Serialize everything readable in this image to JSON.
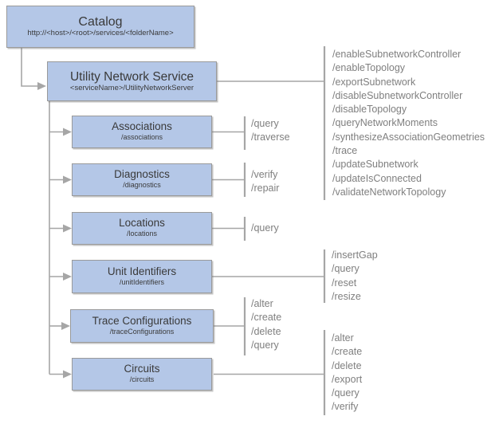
{
  "colors": {
    "box_fill": "#b4c7e7",
    "box_border": "#9a9a9a",
    "connector": "#a6a6a6",
    "ops_text": "#7f7f7f",
    "title_text": "#3a3a3a"
  },
  "catalog": {
    "title": "Catalog",
    "subtitle": "http://<host>/<root>/services/<folderName>"
  },
  "uns": {
    "title": "Utility Network Service",
    "subtitle": "<serviceName>/UtilityNetworkServer",
    "ops": [
      "/enableSubnetworkController",
      "/enableTopology",
      "/exportSubnetwork",
      "/disableSubnetworkController",
      "/disableTopology",
      "/queryNetworkMoments",
      "/synthesizeAssociationGeometries",
      "/trace",
      "/updateSubnetwork",
      "/updateIsConnected",
      "/validateNetworkTopology"
    ]
  },
  "associations": {
    "title": "Associations",
    "subtitle": "/associations",
    "ops": [
      "/query",
      "/traverse"
    ]
  },
  "diagnostics": {
    "title": "Diagnostics",
    "subtitle": "/diagnostics",
    "ops": [
      "/verify",
      "/repair"
    ]
  },
  "locations": {
    "title": "Locations",
    "subtitle": "/locations",
    "ops": [
      "/query"
    ]
  },
  "unit_identifiers": {
    "title": "Unit Identifiers",
    "subtitle": "/unitIdentifiers",
    "ops": [
      "/insertGap",
      "/query",
      "/reset",
      "/resize"
    ]
  },
  "trace_configurations": {
    "title": "Trace Configurations",
    "subtitle": "/traceConfigurations",
    "ops": [
      "/alter",
      "/create",
      "/delete",
      "/query"
    ]
  },
  "circuits": {
    "title": "Circuits",
    "subtitle": "/circuits",
    "ops": [
      "/alter",
      "/create",
      "/delete",
      "/export",
      "/query",
      "/verify"
    ]
  }
}
